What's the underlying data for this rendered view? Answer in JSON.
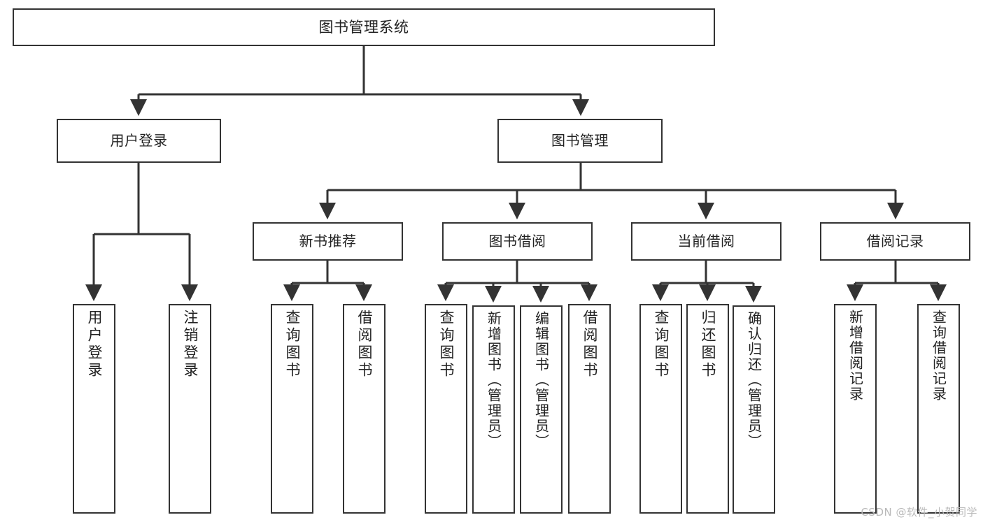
{
  "diagram": {
    "title": "图书管理系统",
    "type": "tree",
    "watermark": "CSDN @软件_小贺同学",
    "colors": {
      "background": "#ffffff",
      "box_border": "#333333",
      "box_fill": "#ffffff",
      "text": "#222222",
      "connector": "#333333",
      "watermark": "#b9b9b9"
    }
  },
  "nodes": {
    "root": {
      "label": "图书管理系统"
    },
    "tier2": [
      {
        "id": "user_login",
        "label": "用户登录"
      },
      {
        "id": "book_mgmt",
        "label": "图书管理"
      }
    ],
    "tier3": [
      {
        "id": "new_book_rec",
        "label": "新书推荐"
      },
      {
        "id": "book_borrow",
        "label": "图书借阅"
      },
      {
        "id": "current_borrow",
        "label": "当前借阅"
      },
      {
        "id": "borrow_record",
        "label": "借阅记录"
      }
    ],
    "leaves": {
      "user_login": [
        {
          "label": "用户登录"
        },
        {
          "label": "注销登录"
        }
      ],
      "new_book_rec": [
        {
          "label": "查询图书"
        },
        {
          "label": "借阅图书"
        }
      ],
      "book_borrow": [
        {
          "label": "查询图书"
        },
        {
          "label": "新增图书（管理员）"
        },
        {
          "label": "编辑图书（管理员）"
        },
        {
          "label": "借阅图书"
        }
      ],
      "current_borrow": [
        {
          "label": "查询图书"
        },
        {
          "label": "归还图书"
        },
        {
          "label": "确认归还（管理员）"
        }
      ],
      "borrow_record": [
        {
          "label": "新增借阅记录"
        },
        {
          "label": "查询借阅记录"
        }
      ]
    }
  },
  "edges": [
    {
      "from": "root",
      "to": "user_login"
    },
    {
      "from": "root",
      "to": "book_mgmt"
    },
    {
      "from": "book_mgmt",
      "to": "new_book_rec"
    },
    {
      "from": "book_mgmt",
      "to": "book_borrow"
    },
    {
      "from": "book_mgmt",
      "to": "current_borrow"
    },
    {
      "from": "book_mgmt",
      "to": "borrow_record"
    },
    {
      "from": "user_login",
      "to": "用户登录"
    },
    {
      "from": "user_login",
      "to": "注销登录"
    },
    {
      "from": "new_book_rec",
      "to": "查询图书"
    },
    {
      "from": "new_book_rec",
      "to": "借阅图书"
    },
    {
      "from": "book_borrow",
      "to": "查询图书"
    },
    {
      "from": "book_borrow",
      "to": "新增图书（管理员）"
    },
    {
      "from": "book_borrow",
      "to": "编辑图书（管理员）"
    },
    {
      "from": "book_borrow",
      "to": "借阅图书"
    },
    {
      "from": "current_borrow",
      "to": "查询图书"
    },
    {
      "from": "current_borrow",
      "to": "归还图书"
    },
    {
      "from": "current_borrow",
      "to": "确认归还（管理员）"
    },
    {
      "from": "borrow_record",
      "to": "新增借阅记录"
    },
    {
      "from": "borrow_record",
      "to": "查询借阅记录"
    }
  ]
}
